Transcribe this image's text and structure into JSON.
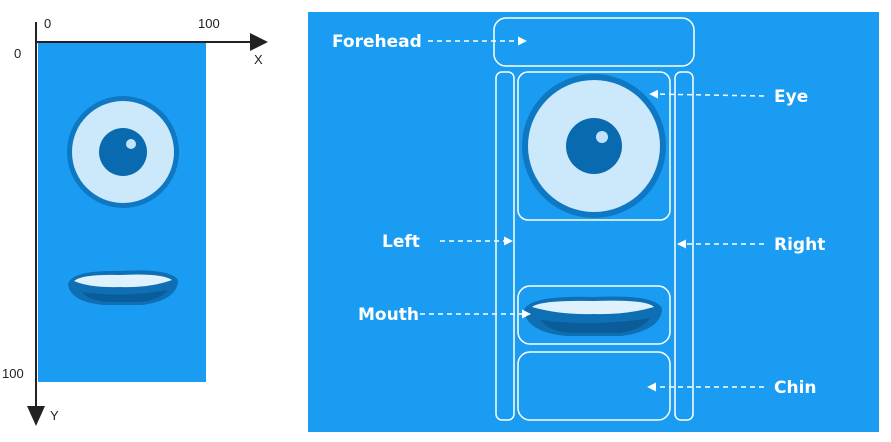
{
  "coordinate_figure": {
    "x_axis": {
      "label": "X",
      "start_tick": "0",
      "end_tick": "100"
    },
    "y_axis": {
      "label": "Y",
      "start_tick": "0",
      "end_tick": "100"
    }
  },
  "regions_figure": {
    "labels": {
      "forehead": "Forehead",
      "eye": "Eye",
      "left": "Left",
      "right": "Right",
      "mouth": "Mouth",
      "chin": "Chin"
    }
  },
  "colors": {
    "face_blue": "#1a9cf2",
    "eye_white": "#cce8fb",
    "eye_ring": "#0e78c2",
    "pupil": "#0a6ab0",
    "region_outline": "#ffffff"
  }
}
